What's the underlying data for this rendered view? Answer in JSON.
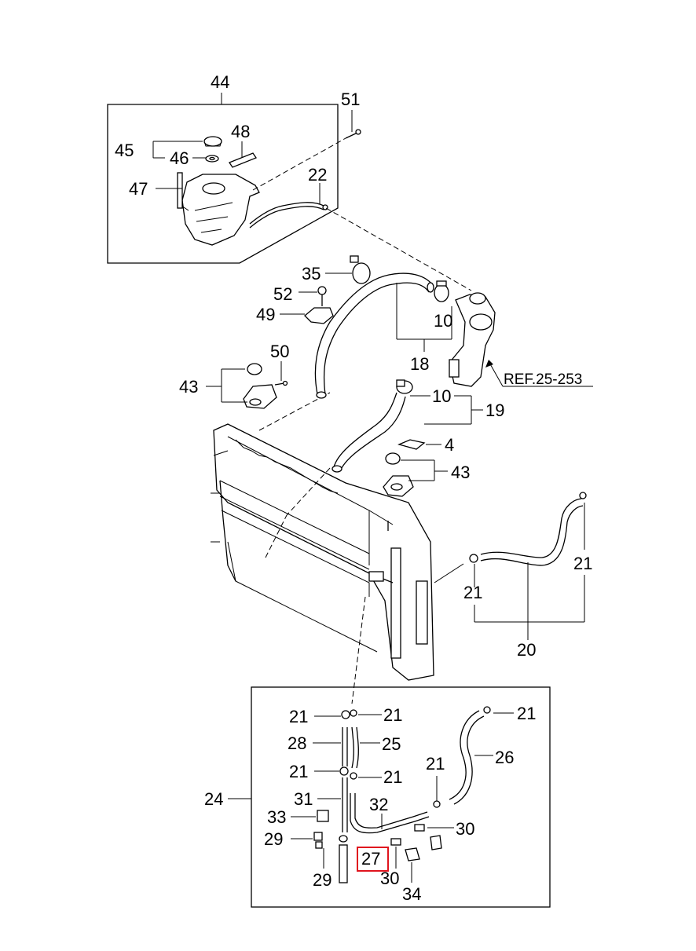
{
  "diagram": {
    "labels": {
      "l44": "44",
      "l51": "51",
      "l48": "48",
      "l45": "45",
      "l46": "46",
      "l47": "47",
      "l22": "22",
      "l35": "35",
      "l52": "52",
      "l49": "49",
      "l10a": "10",
      "l18": "18",
      "l50": "50",
      "l43a": "43",
      "ref": "REF.25-253",
      "l10b": "10",
      "l19": "19",
      "l4": "4",
      "l43b": "43",
      "l21a": "21",
      "l21b": "21",
      "l20": "20",
      "l21c": "21",
      "l21d": "21",
      "l21e": "21",
      "l28": "28",
      "l25": "25",
      "l26": "26",
      "l21f": "21",
      "l21g": "21",
      "l21h": "21",
      "l24": "24",
      "l31": "31",
      "l32": "32",
      "l33": "33",
      "l30a": "30",
      "l29a": "29",
      "l27": "27",
      "l29b": "29",
      "l30b": "30",
      "l34": "34"
    },
    "highlight_label": "27",
    "highlight_color": "#e0141e"
  }
}
